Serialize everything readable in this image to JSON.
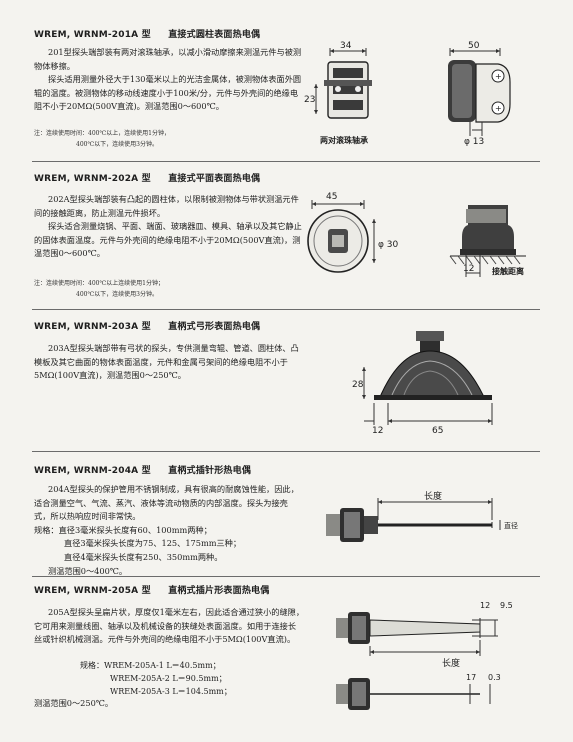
{
  "sections": [
    {
      "model": "WREM, WRNM-201A 型",
      "title": "直接式圆柱表面热电偶",
      "body": [
        "201型探头端部装有两对滚珠轴承，以减小滑动摩擦来测温元件与被测物体移擦。",
        "探头适用测量外径大于130毫米以上的光洁金属体，被测物体表面外圆辊的温度。被测物体的移动线速度小于100米/分，元件与外壳间的绝缘电阻不小于20MΩ(500V直流)。测温范围0～600℃。"
      ],
      "notes": [
        "注：连续使用时间：400℃以上，连续使用1分钟，",
        "400℃以下，连续使用3分钟。"
      ],
      "figure": {
        "dim_a": "34",
        "dim_b": "23",
        "dim_c": "50",
        "dim_d": "φ 13",
        "caption": "两对滚珠轴承"
      }
    },
    {
      "model": "WREM, WRNM-202A 型",
      "title": "直接式平面表面热电偶",
      "body": [
        "202A型探头端部装有凸起的圆柱体，以限制被测物体与带状测温元件间的接触距离，防止测温元件损坏。",
        "探头适合测量烧锅、平面、端面、玻璃器皿、模具、轴承以及其它静止的固体表面温度。元件与外壳间的绝缘电阻不小于20MΩ(500V直流)，测温范围0～600℃。"
      ],
      "notes": [
        "注：连续使用时间：400℃以上连续使用1分钟；",
        "400℃以下，连续使用3分钟。"
      ],
      "figure": {
        "dim_a": "45",
        "dim_b": "φ 30",
        "dim_c": "12",
        "caption": "接触距离"
      }
    },
    {
      "model": "WREM, WRNM-203A 型",
      "title": "直柄式弓形表面热电偶",
      "body": [
        "203A型探头端部带有弓状的探头，专供测量弯辊、管道、圆柱体、凸模板及其它曲面的物体表面温度，元件和金属弓架间的绝缘电阻不小于5MΩ(100V直流)，测温范围0～250℃。"
      ],
      "figure": {
        "dim_a": "28",
        "dim_b": "12",
        "dim_c": "65"
      }
    },
    {
      "model": "WREM, WRNM-204A 型",
      "title": "直柄式插针形热电偶",
      "body": [
        "204A型探头的保护管用不锈钢制成，具有很高的耐腐蚀性能，因此，适合测量空气、气流、蒸汽、液体等流动物质的内部温度。探头为接壳式，所以热响应时间非常快。",
        "规格：直径3毫米探头长度有60、100mm两种；",
        "直径3毫米探头长度为75、125、175mm三种；",
        "直径4毫米探头长度有250、350mm两种。",
        "测温范围0～400℃。"
      ],
      "figure": {
        "dim_a": "长度",
        "dim_b": "直径"
      }
    },
    {
      "model": "WREM, WRNM-205A 型",
      "title": "直柄式插片形表面热电偶",
      "body": [
        "205A型探头呈扁片状，厚度仅1毫米左右，因此适合通过狭小的缝隙，它可用来测量线圈、轴承以及机械设备的狭缝处表面温度。如用于连接长丝或针织机械测温。元件与外壳间的绝缘电阻不小于5MΩ(100V直流)。"
      ],
      "specs": [
        "规格：WREM-205A-1   L＝40.5mm；",
        "WREM-205A-2   L＝90.5mm；",
        "WREM-205A-3   L＝104.5mm；"
      ],
      "range": "测温范围0～250℃。",
      "figure": {
        "dim_a": "12",
        "dim_b": "9.5",
        "dim_c": "长度",
        "dim_d": "17",
        "dim_e": "0.3"
      }
    }
  ]
}
